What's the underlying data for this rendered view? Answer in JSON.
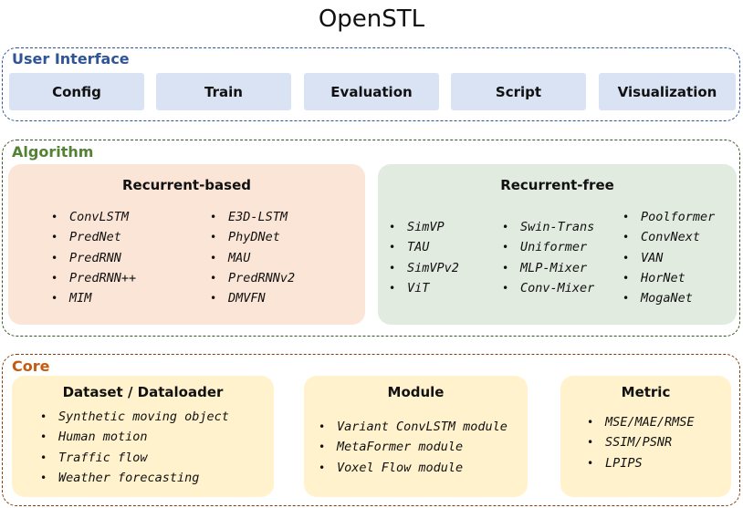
{
  "title": "OpenSTL",
  "user_interface": {
    "label": "User Interface",
    "buttons": [
      "Config",
      "Train",
      "Evaluation",
      "Script",
      "Visualization"
    ]
  },
  "algorithm": {
    "label": "Algorithm",
    "recurrent_based": {
      "title": "Recurrent-based",
      "col1": [
        "ConvLSTM",
        "PredNet",
        "PredRNN",
        "PredRNN++",
        "MIM"
      ],
      "col2": [
        "E3D-LSTM",
        "PhyDNet",
        "MAU",
        "PredRNNv2",
        "DMVFN"
      ]
    },
    "recurrent_free": {
      "title": "Recurrent-free",
      "col1": [
        "SimVP",
        "TAU",
        "SimVPv2",
        "ViT"
      ],
      "col2": [
        "Swin-Trans",
        "Uniformer",
        "MLP-Mixer",
        "Conv-Mixer"
      ],
      "col3": [
        "Poolformer",
        "ConvNext",
        "VAN",
        "HorNet",
        "MogaNet"
      ]
    }
  },
  "core": {
    "label": "Core",
    "dataset": {
      "title": "Dataset / Dataloader",
      "items": [
        "Synthetic moving object",
        "Human motion",
        "Traffic flow",
        "Weather forecasting"
      ]
    },
    "module": {
      "title": "Module",
      "items": [
        "Variant ConvLSTM module",
        "MetaFormer module",
        "Voxel Flow module"
      ]
    },
    "metric": {
      "title": "Metric",
      "items": [
        "MSE/MAE/RMSE",
        "SSIM/PSNR",
        "LPIPS"
      ]
    }
  }
}
